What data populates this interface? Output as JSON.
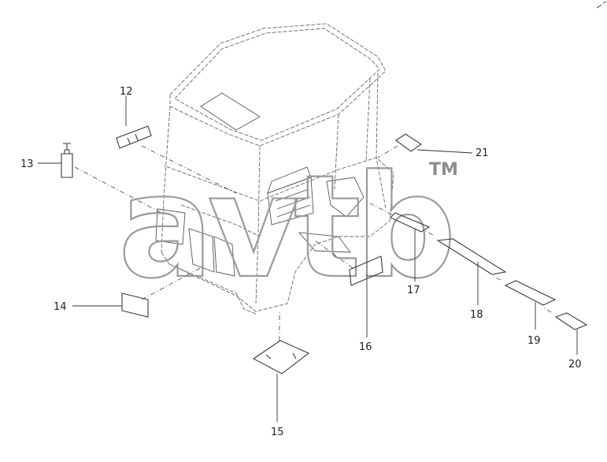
{
  "watermark": {
    "letters": "avtb",
    "trademark": "TM"
  },
  "callouts": {
    "c12": "12",
    "c13": "13",
    "c14": "14",
    "c15": "15",
    "c16": "16",
    "c17": "17",
    "c18": "18",
    "c19": "19",
    "c20": "20",
    "c21": "21"
  },
  "colors": {
    "line": "#3a3a3a",
    "watermark": "#9a9a9a"
  }
}
